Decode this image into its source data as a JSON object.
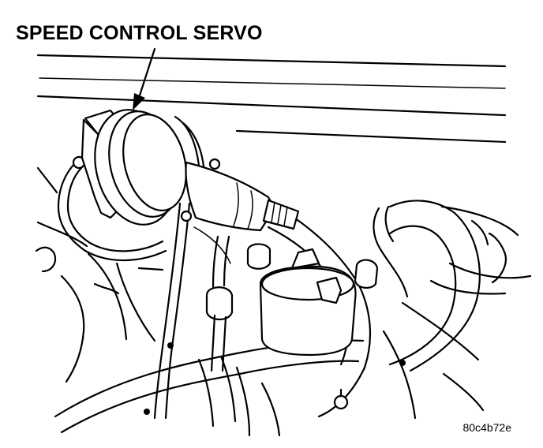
{
  "diagram": {
    "callout": {
      "label": "SPEED CONTROL SERVO",
      "target": "servo-housing"
    },
    "figure_id": "80c4b72e",
    "colors": {
      "line": "#000000",
      "background": "#ffffff"
    }
  }
}
